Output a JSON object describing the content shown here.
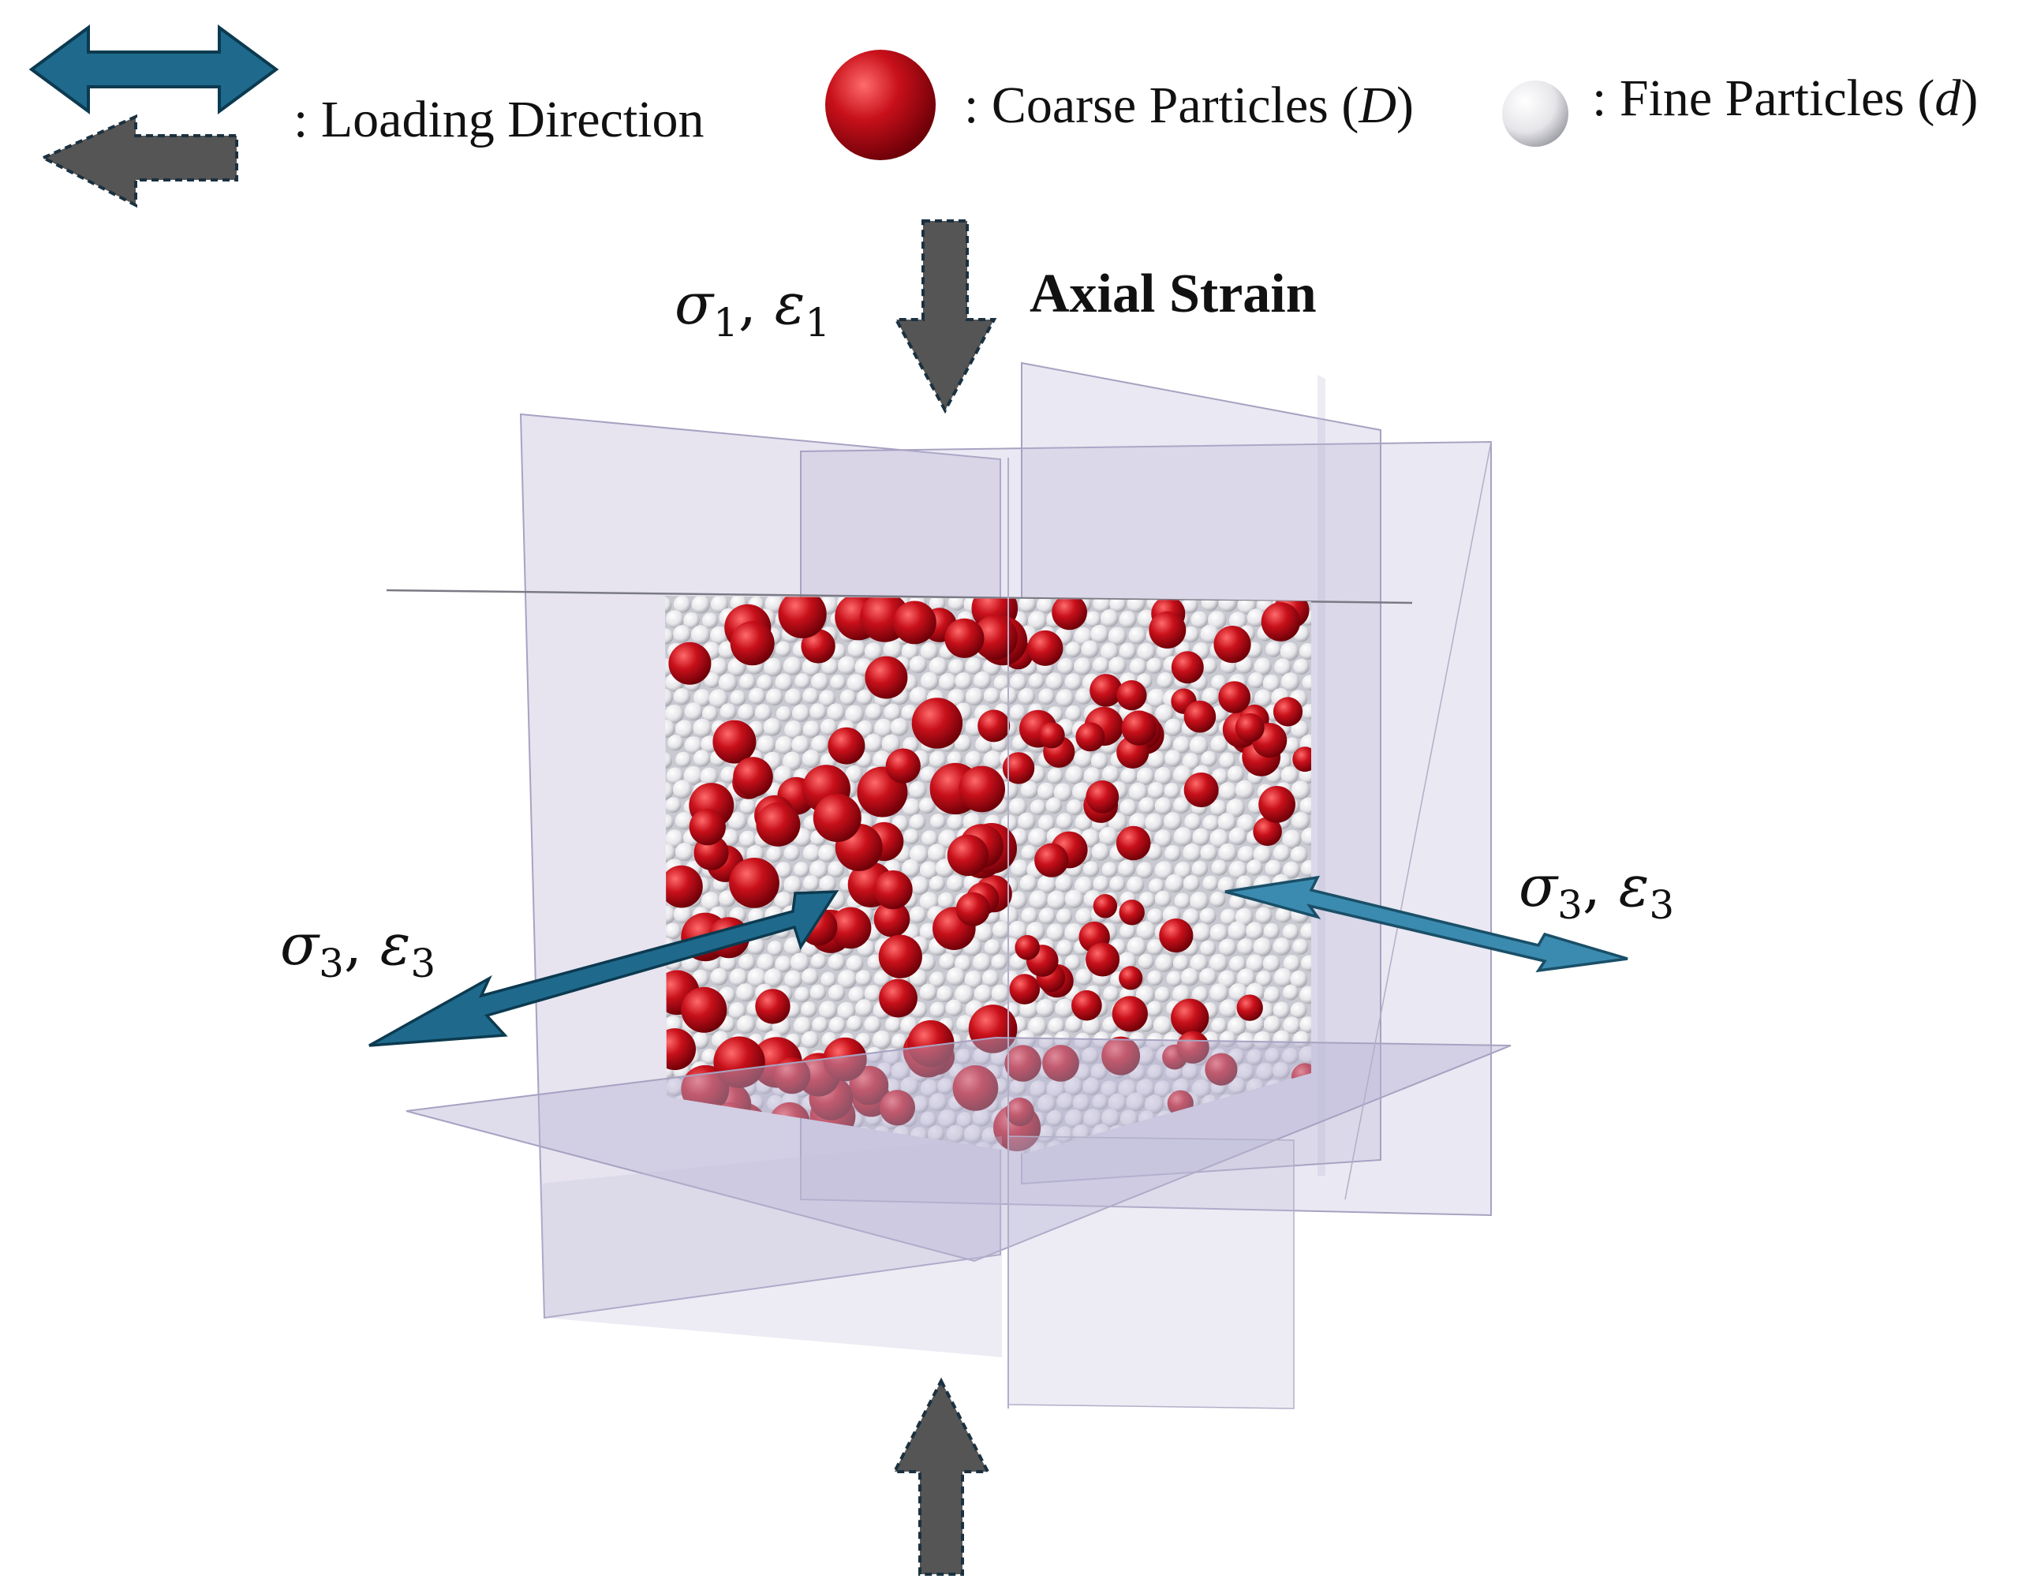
{
  "legend": {
    "loading": {
      "text": ": Loading Direction",
      "icon": "double-arrow-icon"
    },
    "coarse": {
      "prefix": ": Coarse Particles (",
      "symbol": "D",
      "suffix": ")",
      "color": "#c8101a"
    },
    "fine": {
      "prefix": ": Fine Particles (",
      "symbol": "d",
      "suffix": ")",
      "color": "#eeeeee"
    }
  },
  "labels": {
    "axial": "Axial Strain",
    "top_stress": {
      "sigma": "σ",
      "sigma_sub": "1",
      "sep": ", ",
      "eps": "ε",
      "eps_sub": "1"
    },
    "left_stress": {
      "sigma": "σ",
      "sigma_sub": "3",
      "sep": ", ",
      "eps": "ε",
      "eps_sub": "3"
    },
    "right_stress": {
      "sigma": "σ",
      "sigma_sub": "3",
      "sep": ", ",
      "eps": "ε",
      "eps_sub": "3"
    }
  },
  "colors": {
    "arrow_blue": "#1f6a8c",
    "arrow_blue_light": "#3b8bb0",
    "arrow_grey": "#555555",
    "plane": "#b9b3d4",
    "coarse": "#c8101a",
    "fine": "#f1f1f4"
  }
}
